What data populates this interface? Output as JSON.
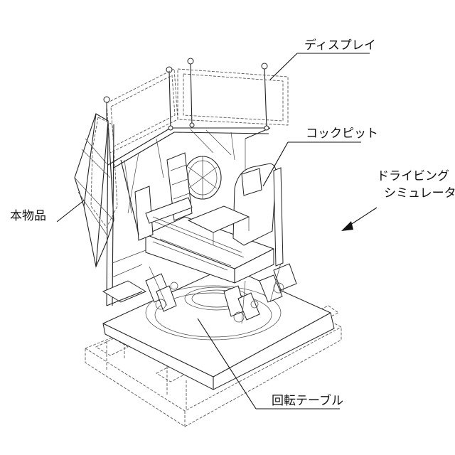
{
  "labels": {
    "display": "ディスプレイ",
    "cockpit": "コックピット",
    "simulator_line1": "ドライビング",
    "simulator_line2": "シミュレータ",
    "main_body": "本物品",
    "rotary_table": "回転テーブル"
  }
}
